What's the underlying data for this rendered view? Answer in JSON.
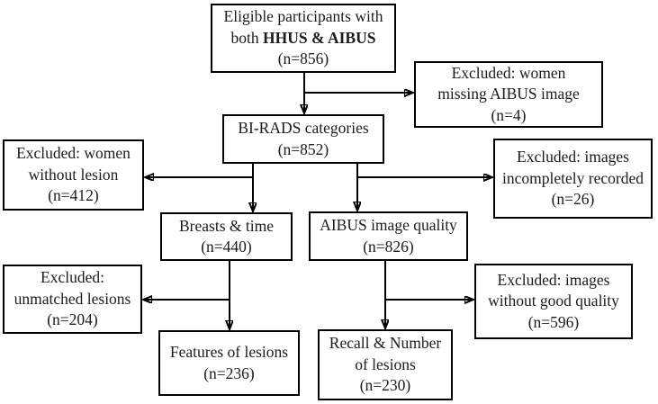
{
  "figure": {
    "background": "#ffffff",
    "line_color": "#000000",
    "text_color": "#1c1c1c"
  },
  "boxes": {
    "eligible": {
      "line1": "Eligible participants with",
      "line2_prefix": "both",
      "line2_bold": "HHUS & AIBUS",
      "line3": "(n=856)"
    },
    "excluded_missing_aibus": {
      "line1": "Excluded: women",
      "line2": "missing AIBUS image",
      "line3": "(n=4)"
    },
    "birads": {
      "line1": "BI-RADS categories",
      "line2": "(n=852)"
    },
    "excluded_without_lesion": {
      "line1": "Excluded: women",
      "line2": "without lesion",
      "line3": "(n=412)"
    },
    "excluded_incomplete": {
      "line1": "Excluded: images",
      "line2": "incompletely recorded",
      "line3": "(n=26)"
    },
    "breasts_time": {
      "line1": "Breasts & time",
      "line2": "(n=440)"
    },
    "aibus_quality": {
      "line1": "AIBUS image quality",
      "line2": "(n=826)"
    },
    "excluded_unmatched": {
      "line1": "Excluded:",
      "line2": "unmatched lesions",
      "line3": "(n=204)"
    },
    "excluded_quality": {
      "line1": "Excluded:  images",
      "line2": "without good quality",
      "line3": "(n=596)"
    },
    "features": {
      "line1": "Features of lesions",
      "line2": "(n=236)"
    },
    "recall": {
      "line1": "Recall & Number",
      "line2": "of lesions",
      "line3": "(n=230)"
    }
  }
}
